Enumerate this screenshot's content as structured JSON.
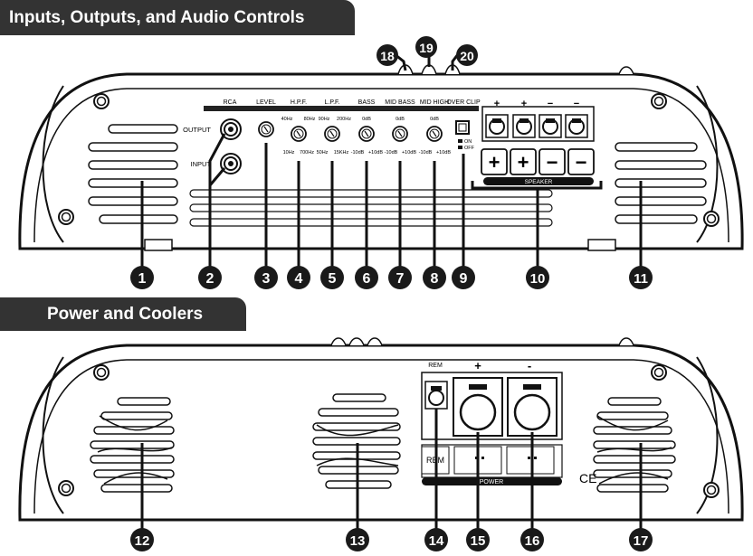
{
  "sections": [
    {
      "title": "Inputs, Outputs, and Audio Controls"
    },
    {
      "title": "Power and Coolers"
    }
  ],
  "top_panel": {
    "labels": {
      "rca": "RCA",
      "output": "OUTPUT",
      "input": "INPUT",
      "level": "LEVEL",
      "hpf": "H.P.F.",
      "lpf": "L.P.F.",
      "bass": "BASS",
      "mid_bass": "MID BASS",
      "mid_high": "MID HIGH",
      "over_clip": "OVER CLIP",
      "on": "ON",
      "off": "OFF",
      "speaker": "SPEAKER",
      "hpf_top_left": "40Hz",
      "hpf_top_right": "80Hz",
      "hpf_bottom_left": "10Hz",
      "hpf_bottom_right": "700Hz",
      "lpf_top_left": "90Hz",
      "lpf_top_right": "200Hz",
      "lpf_bottom_left": "50Hz",
      "lpf_bottom_right": "15KHz",
      "bass_top": "0dB",
      "bass_bottom_left": "-10dB",
      "bass_bottom_right": "+10dB",
      "midbass_top": "0dB",
      "midbass_bottom_left": "-10dB",
      "midbass_bottom_right": "+10dB",
      "midhigh_top": "0dB",
      "midhigh_bottom_left": "-10dB",
      "midhigh_bottom_right": "+10dB",
      "speaker_polarity": [
        "+",
        "+",
        "−",
        "−"
      ]
    },
    "callouts": [
      "1",
      "2",
      "3",
      "4",
      "5",
      "6",
      "7",
      "8",
      "9",
      "10",
      "11",
      "18",
      "19",
      "20"
    ]
  },
  "bottom_panel": {
    "labels": {
      "rem": "REM",
      "plus": "+",
      "minus": "-",
      "power": "POWER",
      "ce": "CE"
    },
    "callouts": [
      "12",
      "13",
      "14",
      "15",
      "16",
      "17"
    ]
  }
}
